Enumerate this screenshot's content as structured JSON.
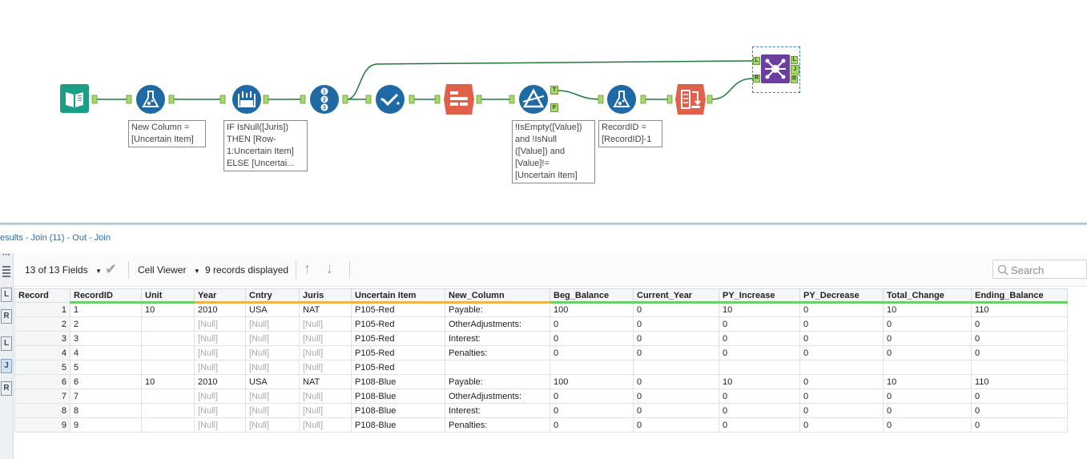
{
  "workflow": {
    "annotations": {
      "formula1": "New Column =\n[Uncertain Item]",
      "multirow": "IF IsNull([Juris])\nTHEN [Row-\n1:Uncertain Item]\nELSE [Uncertai...",
      "filter": "!IsEmpty([Value])\nand !IsNull\n([Value]) and\n[Value]!=\n[Uncertain Item]",
      "formula2": "RecordID =\n[RecordID]-1"
    },
    "anchors": {
      "filter_true": "T",
      "filter_false": "F",
      "join_left_in": "L",
      "join_right_in": "R",
      "join_left_out": "L",
      "join_join_out": "J",
      "join_right_out": "R"
    },
    "icons": [
      "input-data-icon",
      "formula-icon",
      "multi-row-formula-icon",
      "record-id-icon",
      "select-icon",
      "transpose-icon",
      "filter-icon",
      "formula-icon",
      "cross-tab-icon",
      "join-icon"
    ],
    "colors": {
      "green_tool": "#1a9e85",
      "blue_tool": "#1f6aa5",
      "red_tool": "#e0604a",
      "purple_tool": "#6b3fa0",
      "wire": "#1f7a3a"
    }
  },
  "results": {
    "title": "esults - Join (11) - Out - Join",
    "rail": [
      "L",
      "R",
      "L",
      "J",
      "R"
    ],
    "toolbar": {
      "fields": "13 of 13 Fields",
      "viewer": "Cell Viewer",
      "records": "9 records displayed",
      "search_placeholder": "Search"
    },
    "columns": [
      "Record",
      "RecordID",
      "Unit",
      "Year",
      "Cntry",
      "Juris",
      "Uncertain Item",
      "New_Column",
      "Beg_Balance",
      "Current_Year",
      "PY_Increase",
      "PY_Decrease",
      "Total_Change",
      "Ending_Balance"
    ],
    "rows": [
      [
        "1",
        "1",
        "10",
        "2010",
        "USA",
        "NAT",
        "P105-Red",
        "Payable:",
        "100",
        "0",
        "10",
        "0",
        "10",
        "110"
      ],
      [
        "2",
        "2",
        "",
        "[Null]",
        "[Null]",
        "[Null]",
        "P105-Red",
        "OtherAdjustments:",
        "0",
        "0",
        "0",
        "0",
        "0",
        "0"
      ],
      [
        "3",
        "3",
        "",
        "[Null]",
        "[Null]",
        "[Null]",
        "P105-Red",
        "Interest:",
        "0",
        "0",
        "0",
        "0",
        "0",
        "0"
      ],
      [
        "4",
        "4",
        "",
        "[Null]",
        "[Null]",
        "[Null]",
        "P105-Red",
        "Penalties:",
        "0",
        "0",
        "0",
        "0",
        "0",
        "0"
      ],
      [
        "5",
        "5",
        "",
        "[Null]",
        "[Null]",
        "[Null]",
        "P105-Red",
        "",
        "",
        "",
        "",
        "",
        "",
        ""
      ],
      [
        "6",
        "6",
        "10",
        "2010",
        "USA",
        "NAT",
        "P108-Blue",
        "Payable:",
        "100",
        "0",
        "10",
        "0",
        "10",
        "110"
      ],
      [
        "7",
        "7",
        "",
        "[Null]",
        "[Null]",
        "[Null]",
        "P108-Blue",
        "OtherAdjustments:",
        "0",
        "0",
        "0",
        "0",
        "0",
        "0"
      ],
      [
        "8",
        "8",
        "",
        "[Null]",
        "[Null]",
        "[Null]",
        "P108-Blue",
        "Interest:",
        "0",
        "0",
        "0",
        "0",
        "0",
        "0"
      ],
      [
        "9",
        "9",
        "",
        "[Null]",
        "[Null]",
        "[Null]",
        "P108-Blue",
        "Penalties:",
        "0",
        "0",
        "0",
        "0",
        "0",
        "0"
      ]
    ]
  }
}
